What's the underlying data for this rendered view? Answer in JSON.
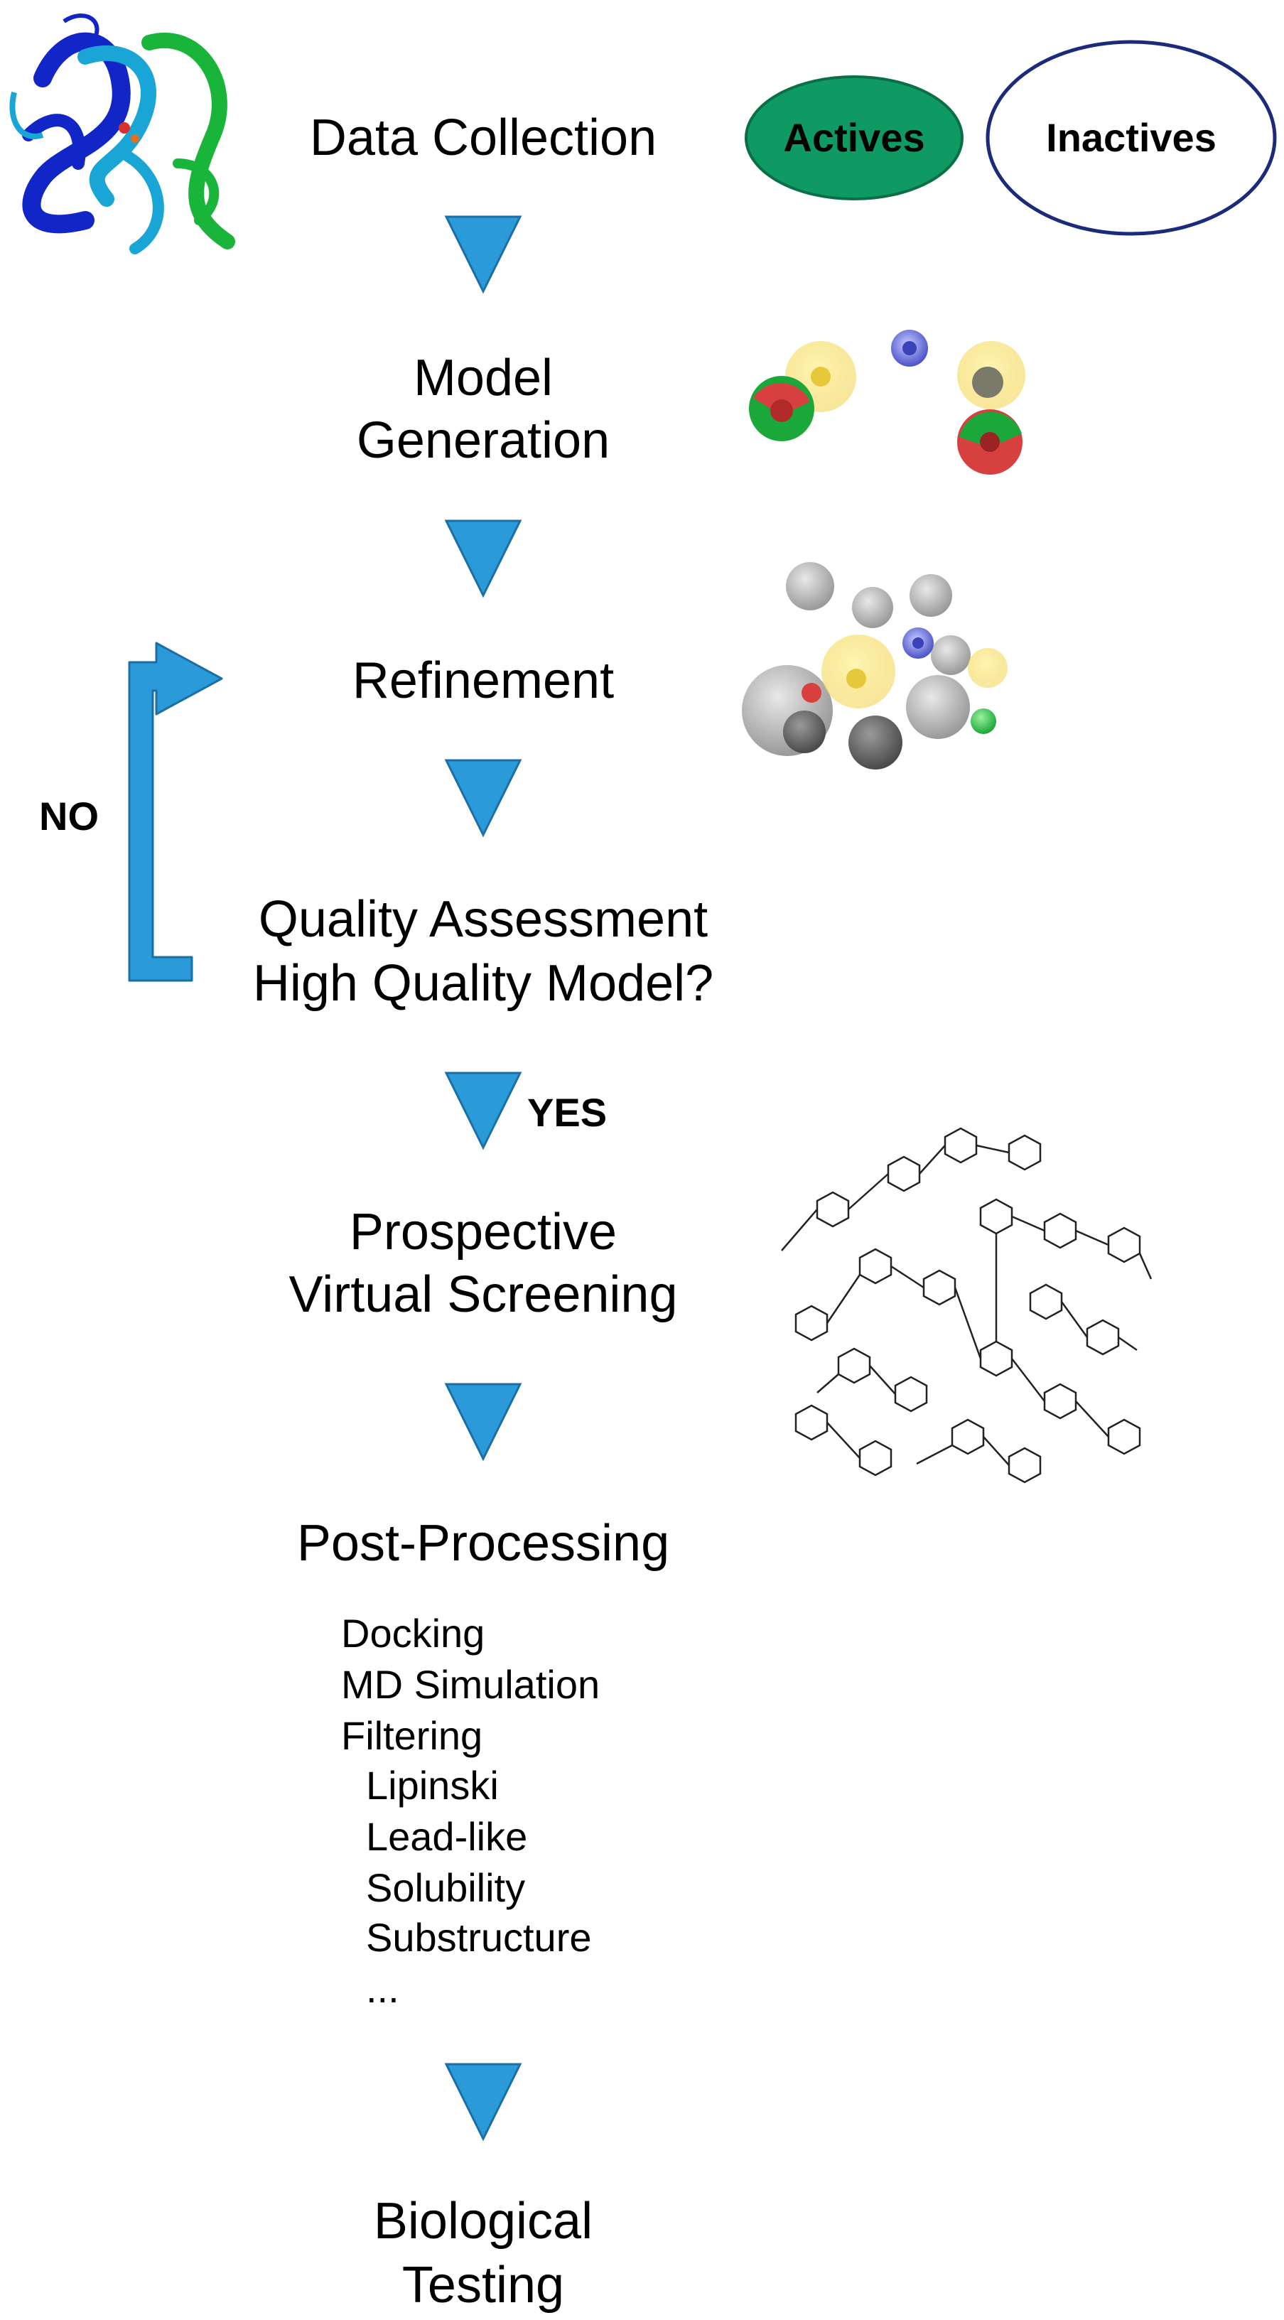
{
  "steps": [
    {
      "lines": [
        "Data Collection"
      ]
    },
    {
      "lines": [
        "Model",
        "Generation"
      ]
    },
    {
      "lines": [
        "Refinement"
      ]
    },
    {
      "lines": [
        "Quality Assessment",
        "High Quality Model?"
      ]
    },
    {
      "lines": [
        "Prospective",
        "Virtual Screening"
      ]
    },
    {
      "lines": [
        "Post-Processing"
      ]
    },
    {
      "lines": [
        "Biological",
        "Testing"
      ]
    }
  ],
  "sets": {
    "actives": "Actives",
    "inactives": "Inactives"
  },
  "decision": {
    "yes": "YES",
    "no": "NO"
  },
  "post_processing_items": [
    "Docking",
    "MD Simulation",
    "Filtering",
    "Lipinski",
    "Lead-like",
    "Solubility",
    "Substructure",
    "..."
  ],
  "colors": {
    "arrow": "#2a9ad8",
    "actives_fill": "#0f9a64",
    "inactives_stroke": "#1b2a7a",
    "protein": [
      "#1226c8",
      "#19a5d6",
      "#19b53a"
    ]
  },
  "icons": [
    "protein-structure-icon",
    "pharmacophore-model-icon",
    "refined-pharmacophore-icon",
    "molecule-library-icon"
  ]
}
